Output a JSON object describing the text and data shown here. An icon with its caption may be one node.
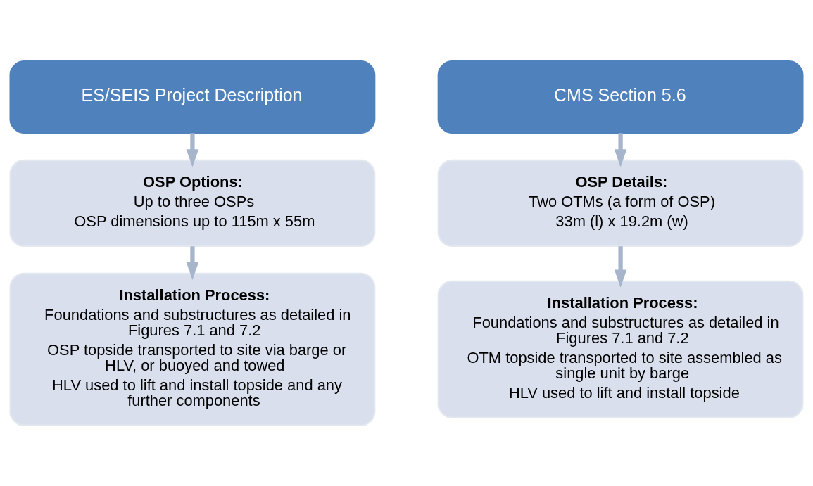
{
  "diagram": {
    "nodes": [
      {
        "text": [
          "ES/SEIS Project Description"
        ]
      },
      {
        "text": [
          "CMS Section 5.6"
        ]
      },
      {
        "text": [
          "OSP Options:",
          "Up to three OSPs",
          "OSP dimensions up to 115m x 55m"
        ]
      },
      {
        "text": [
          "OSP Details:",
          "Two OTMs (a form of OSP)",
          "33m (l) x 19.2m (w)"
        ]
      },
      {
        "text": [
          "Installation Process:",
          "Foundations and substructures as detailed in Figures 7.1 and 7.2",
          "OSP topside transported to site via barge or HLV, or buoyed and towed",
          "HLV used to lift and install topside and any further components"
        ]
      },
      {
        "text": [
          "Installation Process:",
          "Foundations and substructures as detailed in Figures 7.1 and 7.2",
          "OTM topside transported to site assembled as single unit by barge",
          "HLV used to lift and install topside"
        ]
      }
    ],
    "edges": [
      {
        "from": 0,
        "to": 2,
        "arrow": "to"
      },
      {
        "from": 2,
        "to": 4,
        "arrow": "to"
      },
      {
        "from": 1,
        "to": 3,
        "arrow": "to"
      },
      {
        "from": 3,
        "to": 5,
        "arrow": "to"
      }
    ]
  }
}
